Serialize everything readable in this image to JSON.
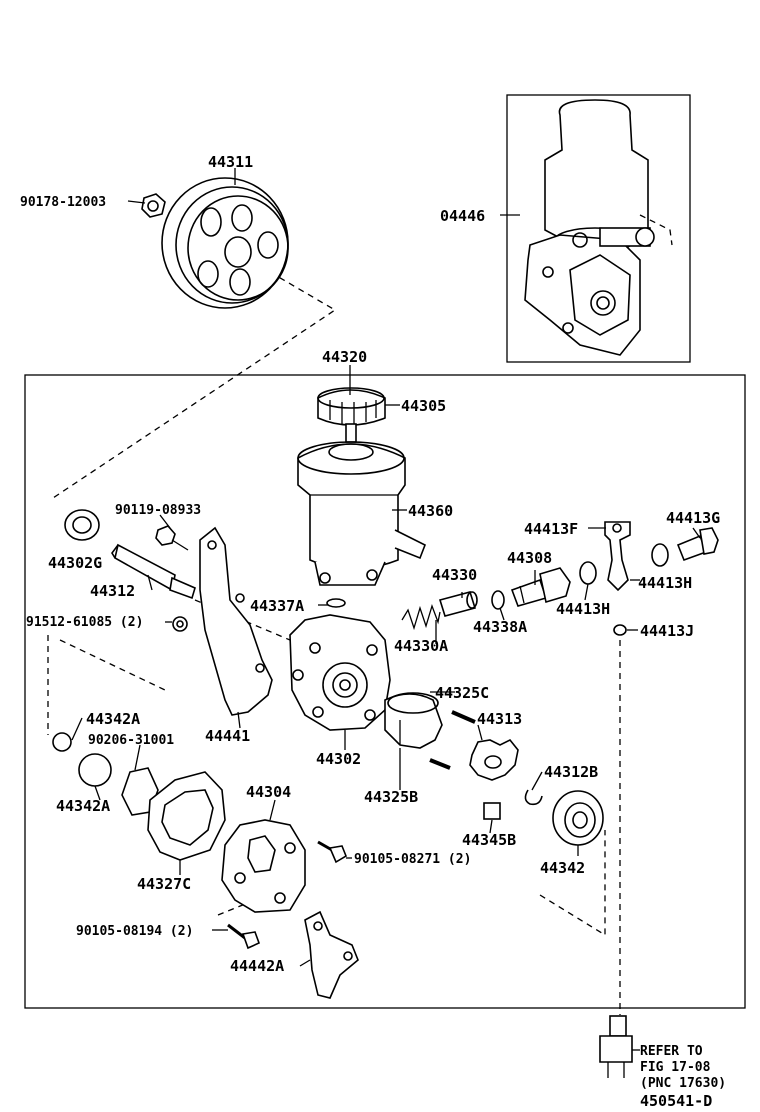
{
  "parts": {
    "p44311": "44311",
    "p90178": "90178-12003",
    "p04446": "04446",
    "p44320": "44320",
    "p44305": "44305",
    "p44360": "44360",
    "p90119": "90119-08933",
    "p44302G": "44302G",
    "p44312": "44312",
    "p91512": "91512-61085 (2)",
    "p44337A": "44337A",
    "p44441": "44441",
    "p44302": "44302",
    "p44330": "44330",
    "p44330A": "44330A",
    "p44338A": "44338A",
    "p44308": "44308",
    "p44413F": "44413F",
    "p44413G": "44413G",
    "p44413H1": "44413H",
    "p44413H2": "44413H",
    "p44413J": "44413J",
    "p44342A1": "44342A",
    "p90206": "90206-31001",
    "p44342A2": "44342A",
    "p44325C": "44325C",
    "p44313": "44313",
    "p44325B": "44325B",
    "p44312B": "44312B",
    "p44304": "44304",
    "p44345B": "44345B",
    "p44342": "44342",
    "p90105a": "90105-08271 (2)",
    "p44327C": "44327C",
    "p90105b": "90105-08194 (2)",
    "p44442A": "44442A"
  },
  "refer": {
    "line1": "REFER TO",
    "line2": "FIG 17-08",
    "line3": "(PNC 17630)"
  },
  "figure_id": "450541-D"
}
